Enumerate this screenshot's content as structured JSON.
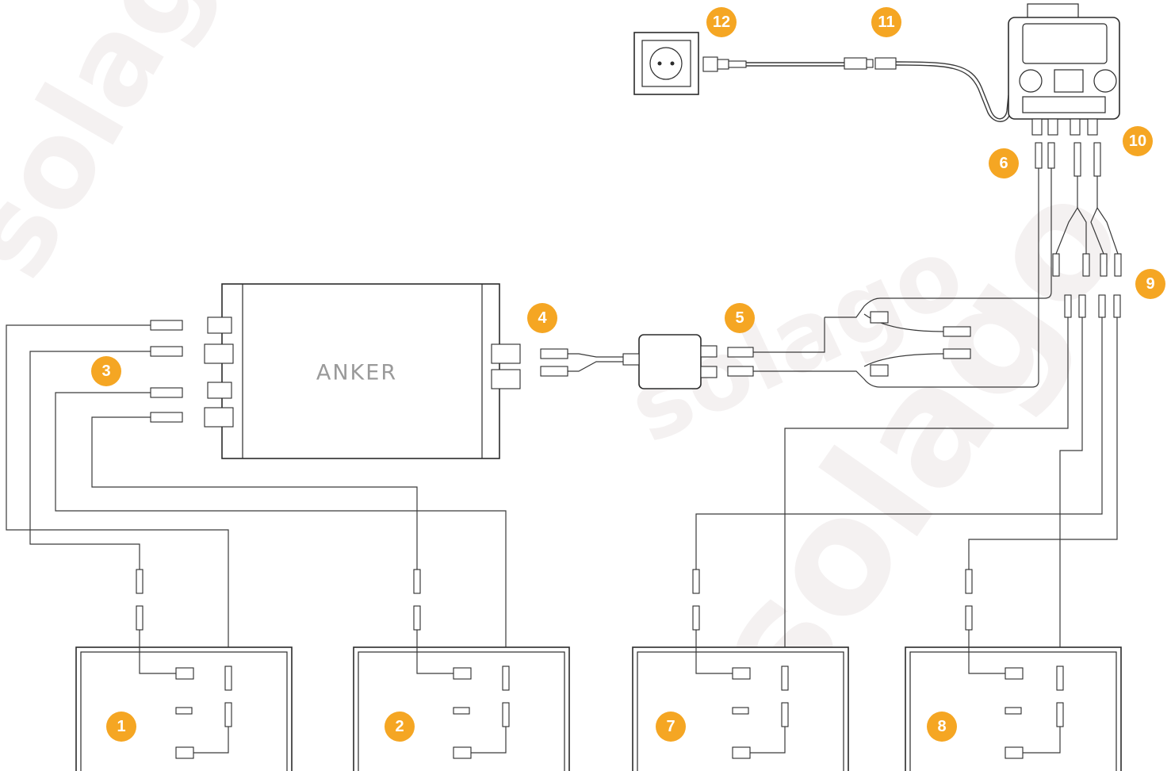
{
  "diagram": {
    "brand_label": "ANKER",
    "watermark_text": "solago",
    "badge_color": "#f5a623",
    "badges": [
      {
        "id": "1",
        "label": "1"
      },
      {
        "id": "2",
        "label": "2"
      },
      {
        "id": "3",
        "label": "3"
      },
      {
        "id": "4",
        "label": "4"
      },
      {
        "id": "5",
        "label": "5"
      },
      {
        "id": "6",
        "label": "6"
      },
      {
        "id": "7",
        "label": "7"
      },
      {
        "id": "8",
        "label": "8"
      },
      {
        "id": "9",
        "label": "9"
      },
      {
        "id": "10",
        "label": "10"
      },
      {
        "id": "11",
        "label": "11"
      },
      {
        "id": "12",
        "label": "12"
      }
    ]
  }
}
